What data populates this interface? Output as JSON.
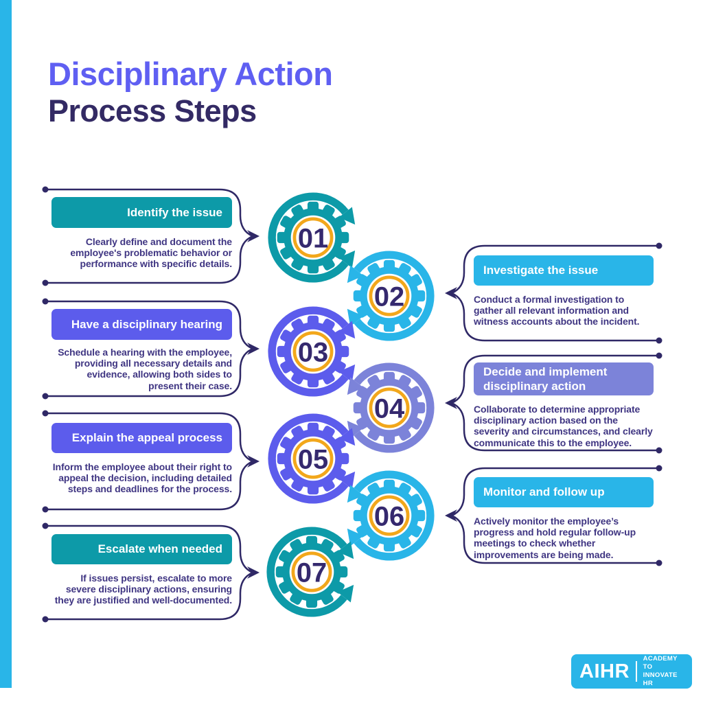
{
  "header": {
    "title_line1": "Disciplinary Action",
    "title_line2": "Process Steps"
  },
  "colors": {
    "teal": "#0d9aa8",
    "cyan": "#29b5e8",
    "purple": "#5c5cec",
    "lavender": "#7c83d9",
    "orange": "#f2a71b",
    "ink": "#2f2866",
    "number": "#35296e",
    "body_text": "#3f3582",
    "title_accent": "#5f5ff2",
    "title_dark": "#332a64"
  },
  "steps": [
    {
      "num": "01",
      "side": "left",
      "color": "teal",
      "title": "Identify the issue",
      "body": "Clearly define and document the employee's problematic behavior or performance with specific details."
    },
    {
      "num": "02",
      "side": "right",
      "color": "cyan",
      "title": "Investigate the issue",
      "body": "Conduct a formal investigation to gather all relevant information and witness accounts about the incident."
    },
    {
      "num": "03",
      "side": "left",
      "color": "purple",
      "title": "Have a disciplinary hearing",
      "body": "Schedule a hearing with the employee, providing all necessary details and evidence, allowing both sides to present their case."
    },
    {
      "num": "04",
      "side": "right",
      "color": "lavender",
      "title": "Decide and implement disciplinary action",
      "body": "Collaborate to determine appropriate disciplinary action based on the severity and circumstances, and clearly communicate this to the employee."
    },
    {
      "num": "05",
      "side": "left",
      "color": "purple",
      "title": "Explain the appeal process",
      "body": "Inform the employee about their right to appeal the decision, including detailed steps and deadlines for the process."
    },
    {
      "num": "06",
      "side": "right",
      "color": "cyan",
      "title": "Monitor and follow up",
      "body": "Actively monitor the employee’s progress and hold regular follow-up meetings to check whether improvements are being made."
    },
    {
      "num": "07",
      "side": "left",
      "color": "teal",
      "title": "Escalate when needed",
      "body": "If issues persist, escalate to more severe disciplinary actions, ensuring they are justified and well-documented."
    }
  ],
  "logo": {
    "brand": "AIHR",
    "tagline_line1": "ACADEMY TO",
    "tagline_line2": "INNOVATE HR"
  }
}
